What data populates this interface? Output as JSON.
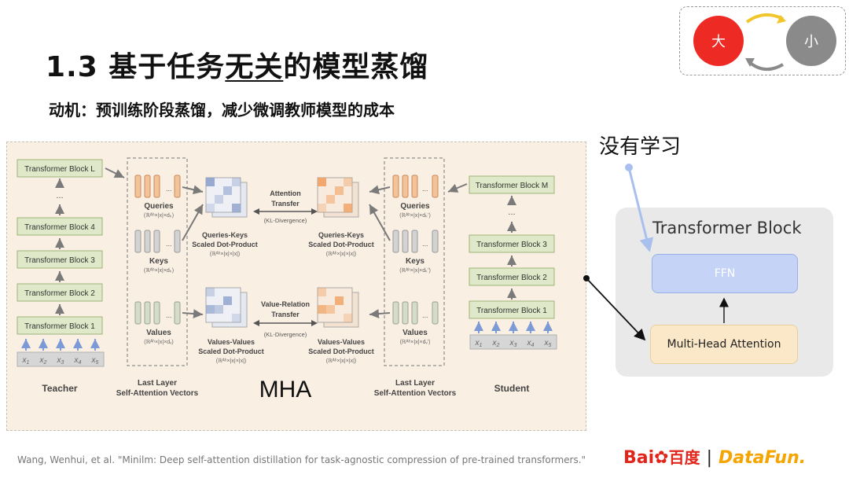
{
  "title": {
    "prefix": "1.3 基于任务",
    "underlined": "无关",
    "suffix": "的模型蒸馏"
  },
  "subtitle": "动机：预训练阶段蒸馏，减少微调教师模型的成本",
  "legend": {
    "big": "大",
    "small": "小",
    "colors": {
      "big": "#ee2a24",
      "small": "#8a8a8a",
      "arrow_top": "#f2c52b",
      "arrow_bottom": "#8a8a8a"
    }
  },
  "note": "没有学习",
  "figure": {
    "teacher": {
      "blocks": [
        "Transformer Block L",
        "Transformer Block 4",
        "Transformer Block 3",
        "Transformer Block 2",
        "Transformer Block 1"
      ],
      "dots": "...",
      "inputs": [
        "x",
        "x",
        "x",
        "x",
        "x"
      ],
      "input_subs": [
        "1",
        "2",
        "3",
        "4",
        "5"
      ],
      "label": "Teacher"
    },
    "student": {
      "blocks": [
        "Transformer Block M",
        "Transformer Block 3",
        "Transformer Block 2",
        "Transformer Block 1"
      ],
      "dots": "...",
      "inputs": [
        "x",
        "x",
        "x",
        "x",
        "x"
      ],
      "input_subs": [
        "1",
        "2",
        "3",
        "4",
        "5"
      ],
      "label": "Student"
    },
    "teacher_vectors": {
      "queries": "Queries",
      "queries_dim": "(ℝᴬʰ×|x|×dₖ)",
      "keys": "Keys",
      "keys_dim": "(ℝᴬʰ×|x|×dₖ)",
      "values": "Values",
      "values_dim": "(ℝᴬʰ×|x|×dᵥ)",
      "dots": "...",
      "caption_1": "Last Layer",
      "caption_2": "Self-Attention Vectors"
    },
    "student_vectors": {
      "queries": "Queries",
      "queries_dim": "(ℝᴬʰ×|x|×dₖ')",
      "keys": "Keys",
      "keys_dim": "(ℝᴬʰ×|x|×dₖ')",
      "values": "Values",
      "values_dim": "(ℝᴬʰ×|x|×dᵥ')",
      "dots": "...",
      "caption_1": "Last Layer",
      "caption_2": "Self-Attention Vectors"
    },
    "teacher_qk": {
      "line1": "Queries-Keys",
      "line2": "Scaled Dot-Product",
      "dim": "(ℝᴬʰ×|x|×|x|)"
    },
    "teacher_vv": {
      "line1": "Values-Values",
      "line2": "Scaled Dot-Product",
      "dim": "(ℝᴬʰ×|x|×|x|)"
    },
    "student_qk": {
      "line1": "Queries-Keys",
      "line2": "Scaled Dot-Product",
      "dim": "(ℝᴬʰ×|x|×|x|)"
    },
    "student_vv": {
      "line1": "Values-Values",
      "line2": "Scaled Dot-Product",
      "dim": "(ℝᴬʰ×|x|×|x|)"
    },
    "attention_transfer": {
      "line1": "Attention",
      "line2": "Transfer",
      "line3": "(KL-Divergence)"
    },
    "value_transfer": {
      "line1": "Value-Relation",
      "line2": "Transfer",
      "line3": "(KL-Divergence)"
    },
    "mha_label": "MHA",
    "colors": {
      "block_fill": "#dfe8c8",
      "block_stroke": "#9fb579",
      "query": "#f3c39a",
      "key": "#d3d3d3",
      "value": "#d5dccb",
      "teacher_matrix": "#8da1cc",
      "student_matrix": "#f0a060"
    }
  },
  "transformer_block": {
    "title": "Transformer Block",
    "ffn": "FFN",
    "mha": "Multi-Head Attention"
  },
  "citation": "Wang, Wenhui, et al. \"Minilm: Deep self-attention distillation for task-agnostic compression of pre-trained transformers.\"",
  "logo": {
    "bai": "Bai",
    "du_cn": "百度",
    "separator": "|",
    "datafun": "DataFun."
  }
}
